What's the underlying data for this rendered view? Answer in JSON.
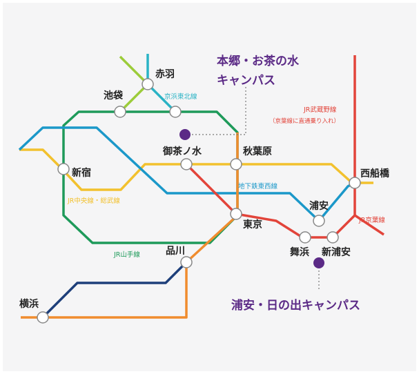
{
  "colors": {
    "yamanote": "#1e9a5a",
    "chuo_sobu": "#f2c12e",
    "tozai": "#1b98c9",
    "musashino_keiyo": "#e2443a",
    "keihin_tohoku": "#2ab3c5",
    "saikyo": "#9ccc3a",
    "orange": "#f08c2e",
    "yokosuka": "#1e3f7a",
    "campus": "#5b2a86"
  },
  "stations": {
    "akabane": "赤羽",
    "ikebukuro": "池袋",
    "shinjuku": "新宿",
    "ochanomizu": "御茶ノ水",
    "akihabara": "秋葉原",
    "tokyo": "東京",
    "shinagawa": "品川",
    "yokohama": "横浜",
    "urayasu": "浦安",
    "nishifunabashi": "西船橋",
    "maihama": "舞浜",
    "shinurayasu": "新浦安"
  },
  "lines": {
    "keihin_tohoku": "京浜東北線",
    "jr_musashino": "JR武蔵野線",
    "musashino_note": "（京葉線に直通乗り入れ）",
    "tozai": "地下鉄東西線",
    "chuo_sobu": "JR中央線・総武線",
    "keiyo": "JR京葉線",
    "yamanote": "JR山手線"
  },
  "campuses": {
    "hongo_line1": "本郷・お茶の水",
    "hongo_line2": "キャンパス",
    "urayasu": "浦安・日の出キャンパス"
  }
}
